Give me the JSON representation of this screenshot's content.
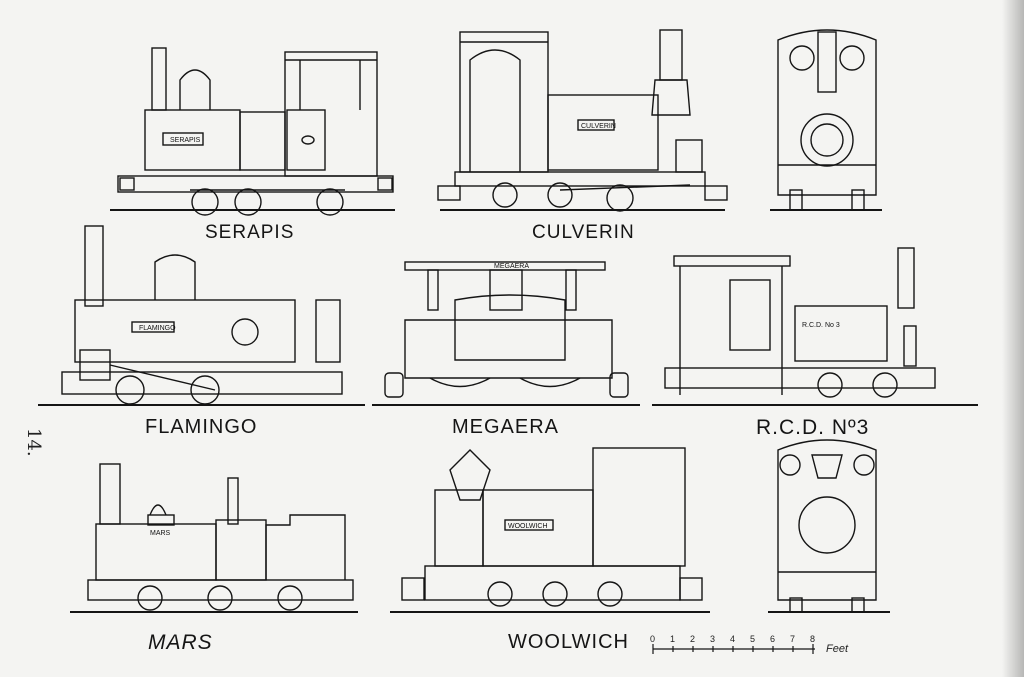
{
  "page": {
    "number": "14."
  },
  "locomotives": [
    {
      "name": "SERAPIS",
      "plate": "SERAPIS"
    },
    {
      "name": "CULVERIN",
      "plate": "CULVERIN"
    },
    {
      "name": "FLAMINGO",
      "plate": "FLAMINGO"
    },
    {
      "name": "MEGAERA",
      "plate": "MEGAERA"
    },
    {
      "name": "R.C.D. Nº3",
      "plate": "R.C.D. No 3"
    },
    {
      "name": "MARS",
      "plate": "MARS"
    },
    {
      "name": "WOOLWICH",
      "plate": "WOOLWICH"
    }
  ],
  "scale": {
    "ticks": [
      "0",
      "1",
      "2",
      "3",
      "4",
      "5",
      "6",
      "7",
      "8"
    ],
    "unit": "Feet"
  },
  "colors": {
    "paper": "#f4f4f2",
    "ink": "#151515"
  }
}
